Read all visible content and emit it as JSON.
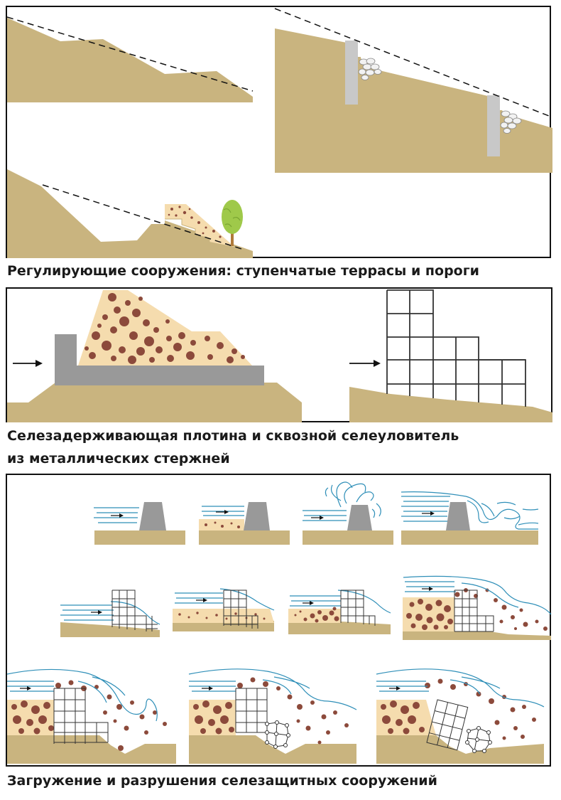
{
  "captions": {
    "section1": "Регулирующие сооружения: ступенчатые террасы и пороги",
    "section2_line1": "Селезадерживающая плотина и сквозной селеуловитель",
    "section2_line2": "из металлических стержней",
    "section3": "Загружение и разрушения селезащитных сооружений"
  },
  "colors": {
    "ground": "#c9b47f",
    "fill_sand": "#f5dcae",
    "boulder": "#8c4a3b",
    "concrete": "#999999",
    "weir": "#c8c8c8",
    "water": "#2f8fb8",
    "tree_leaves": "#9fc94a",
    "tree_trunk": "#b07a3a",
    "frame": "#1a1a1a"
  },
  "icons": [
    "flow-arrow-icon",
    "tree-icon",
    "rock-pile-icon"
  ]
}
